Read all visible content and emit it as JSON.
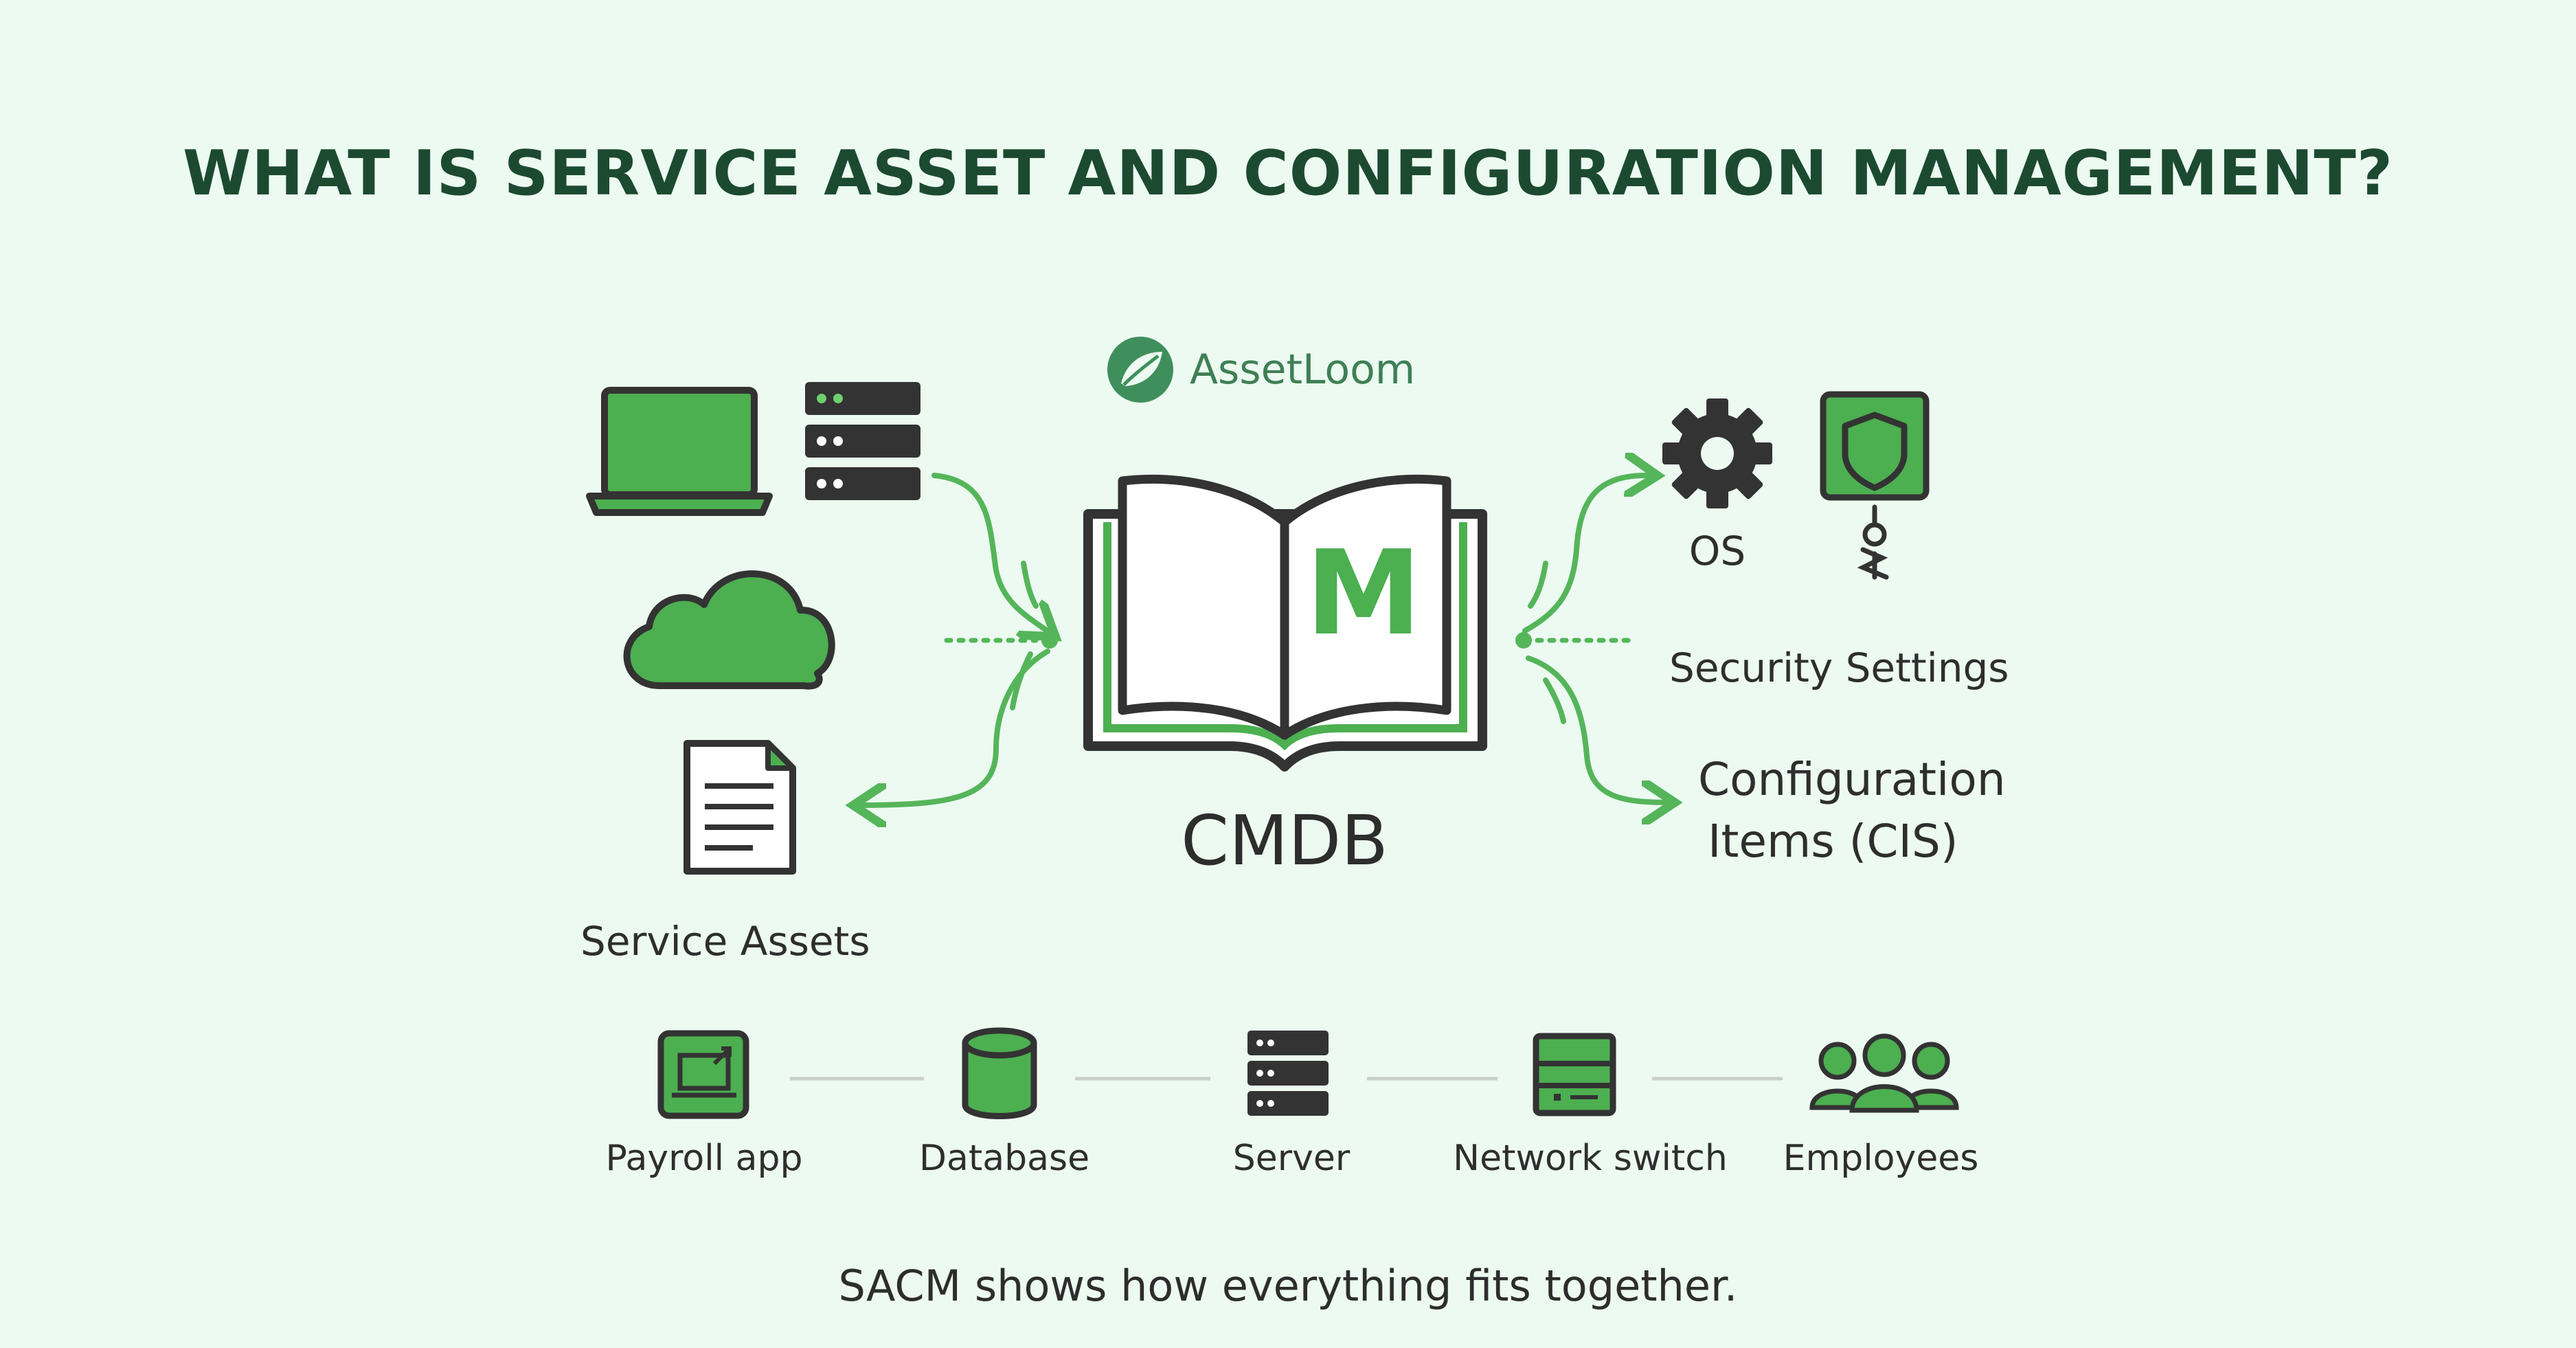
{
  "title": "WHAT IS SERVICE ASSET AND CONFIGURATION MANAGEMENT?",
  "brand": {
    "name": "AssetLoom"
  },
  "center": {
    "label": "CMDB",
    "book_letter": "M"
  },
  "left": {
    "label": "Service Assets"
  },
  "right": {
    "os_label": "OS",
    "security_label": "Security Settings",
    "ci_label_line1": "Configuration",
    "ci_label_line2": "Items (CIS)"
  },
  "chain": [
    {
      "label": "Payroll app",
      "icon": "laptop-icon"
    },
    {
      "label": "Database",
      "icon": "database-icon"
    },
    {
      "label": "Server",
      "icon": "server-icon"
    },
    {
      "label": "Network switch",
      "icon": "network-switch-icon"
    },
    {
      "label": "Employees",
      "icon": "employees-icon"
    }
  ],
  "footer": "SACM shows how everything fits together.",
  "colors": {
    "background": "#ecfaf1",
    "accent_green": "#4caf50",
    "dark": "#333333",
    "title": "#1c4a30"
  }
}
